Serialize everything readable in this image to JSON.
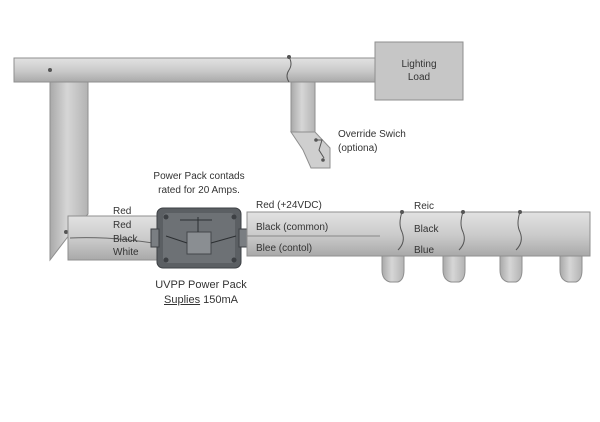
{
  "lighting_load": {
    "line1": "Lighting",
    "line2": "Load"
  },
  "override_switch": {
    "line1": "Override Swich",
    "line2": "(optiona)"
  },
  "power_pack_contacts": {
    "line1": "Power Pack contads",
    "line2": "rated for 20 Amps."
  },
  "left_wires": [
    "Red",
    "Red",
    "Black",
    "White"
  ],
  "bus_wires": [
    "Red (+24VDC)",
    "Black (common)",
    "Blee (contol)"
  ],
  "sensor_wires": [
    "Reic",
    "Black",
    "Blue"
  ],
  "uvpp": {
    "line1": "UVPP Power Pack",
    "line2_underlined": "Suplies",
    "line2_rest": "150mA"
  },
  "colors": {
    "conduit_fill": "#cbcbcb",
    "conduit_stroke": "#8f8f8f",
    "box_fill": "#c6c6c6",
    "power_pack_fill": "#5b5f63",
    "power_pack_face": "#6d7175",
    "text": "#333333"
  }
}
